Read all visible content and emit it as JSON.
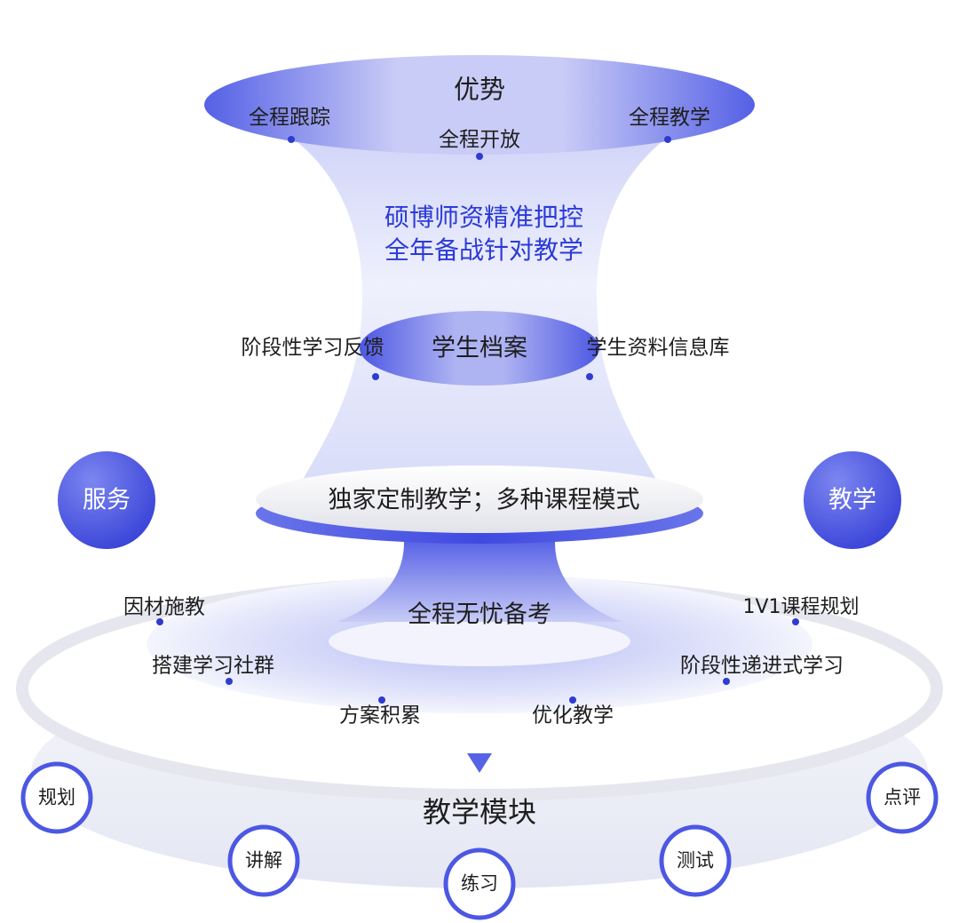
{
  "top": {
    "title": "优势",
    "left": "全程跟踪",
    "right": "全程教学",
    "center": "全程开放"
  },
  "mid_text": {
    "line1": "硕博师资精准把控",
    "line2": "全年备战针对教学"
  },
  "ring2": {
    "center": "学生档案",
    "left": "阶段性学习反馈",
    "right": "学生资料信息库"
  },
  "side": {
    "left": "服务",
    "right": "教学"
  },
  "disc": {
    "label": "独家定制教学；多种课程模式"
  },
  "lower": {
    "center": "全程无忧备考",
    "items": [
      "因材施教",
      "1V1课程规划",
      "搭建学习社群",
      "阶段性递进式学习",
      "方案积累",
      "优化教学"
    ]
  },
  "module": {
    "title": "教学模块",
    "items": [
      "规划",
      "讲解",
      "练习",
      "测试",
      "点评"
    ]
  },
  "colors": {
    "accent": "#3f4ae0",
    "light": "#e6e8fb",
    "glow": "#dfe2f8"
  }
}
